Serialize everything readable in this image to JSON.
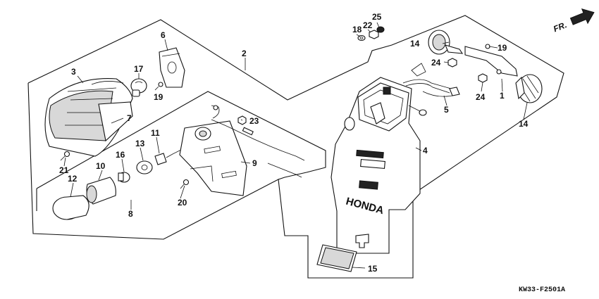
{
  "labels": {
    "p1": "1",
    "p2": "2",
    "p3": "3",
    "p4": "4",
    "p5": "5",
    "p6": "6",
    "p7": "7",
    "p8": "8",
    "p9": "9",
    "p10": "10",
    "p11": "11",
    "p12": "12",
    "p13": "13",
    "p14a": "14",
    "p14b": "14",
    "p15": "15",
    "p16": "16",
    "p17": "17",
    "p18": "18",
    "p19a": "19",
    "p19b": "19",
    "p20": "20",
    "p21": "21",
    "p22": "22",
    "p23": "23",
    "p24a": "24",
    "p24b": "24",
    "p25": "25"
  },
  "fr_label": "FR.",
  "stamp_text": "HONDA",
  "reference_code": "KW33-F2501A"
}
